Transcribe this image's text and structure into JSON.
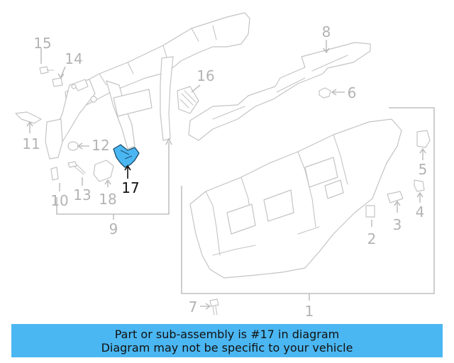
{
  "callouts": {
    "c1": "1",
    "c2": "2",
    "c3": "3",
    "c4": "4",
    "c5": "5",
    "c6": "6",
    "c7": "7",
    "c8": "8",
    "c9": "9",
    "c10": "10",
    "c11": "11",
    "c12": "12",
    "c13": "13",
    "c14": "14",
    "c15": "15",
    "c16": "16",
    "c17": "17"
  },
  "highlight_part": "17",
  "colors": {
    "highlight_fill": "#4bb7f2",
    "line_gray": "#c4c4c4",
    "banner_bg": "#4bb7f2"
  },
  "banner": {
    "line1": "Part or sub-assembly is #17 in diagram",
    "line2": "Diagram may not be specific to your vehicle"
  }
}
